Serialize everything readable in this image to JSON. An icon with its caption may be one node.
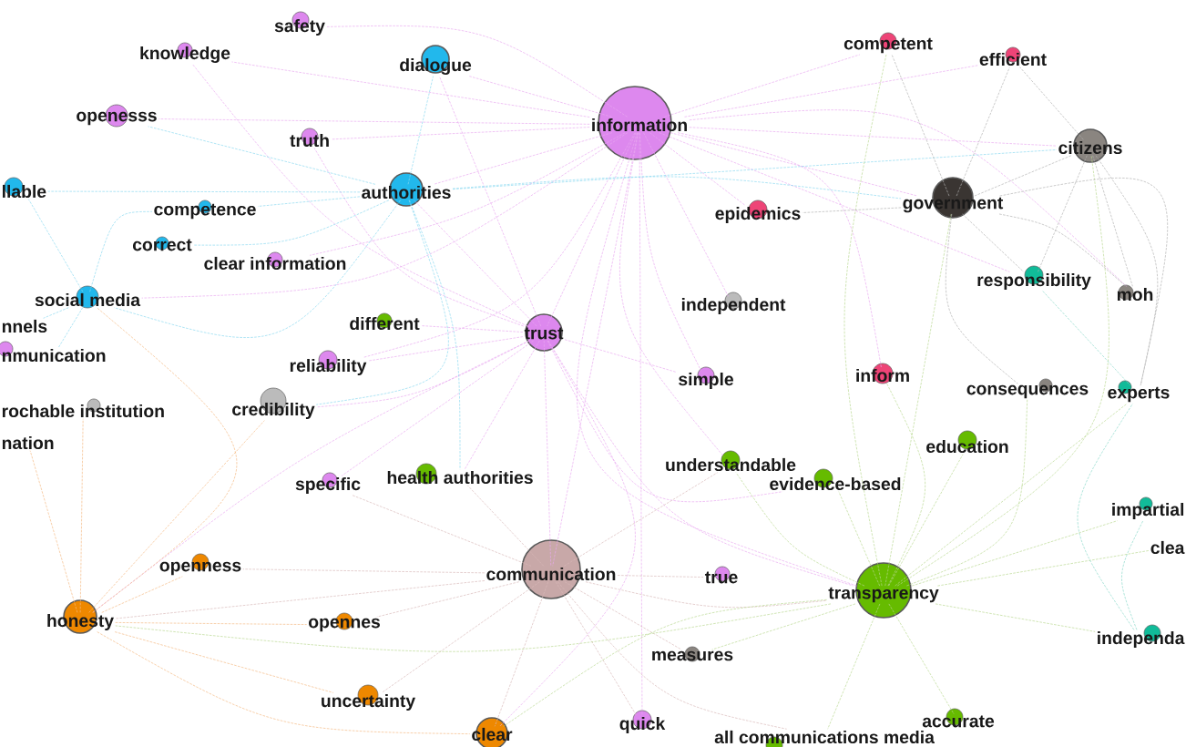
{
  "diagram": {
    "nodes": [
      {
        "text": [
          "safety"
        ]
      },
      {
        "text": [
          "knowledge"
        ]
      },
      {
        "text": [
          "dialogue"
        ]
      },
      {
        "text": [
          "information"
        ]
      },
      {
        "text": [
          "competent"
        ]
      },
      {
        "text": [
          "efficient"
        ]
      },
      {
        "text": [
          "openesss"
        ]
      },
      {
        "text": [
          "truth"
        ]
      },
      {
        "text": [
          "citizens"
        ]
      },
      {
        "text": [
          "llable"
        ]
      },
      {
        "text": [
          "authorities"
        ]
      },
      {
        "text": [
          "epidemics"
        ]
      },
      {
        "text": [
          "government"
        ]
      },
      {
        "text": [
          "competence"
        ]
      },
      {
        "text": [
          "correct"
        ]
      },
      {
        "text": [
          "clear information"
        ]
      },
      {
        "text": [
          "social media"
        ]
      },
      {
        "text": [
          "responsibility"
        ]
      },
      {
        "text": [
          "moh"
        ]
      },
      {
        "text": [
          "independent"
        ]
      },
      {
        "text": [
          "nnels"
        ]
      },
      {
        "text": [
          "different"
        ]
      },
      {
        "text": [
          "trust"
        ]
      },
      {
        "text": [
          "nmunication"
        ]
      },
      {
        "text": [
          "reliability"
        ]
      },
      {
        "text": [
          "simple"
        ]
      },
      {
        "text": [
          "inform"
        ]
      },
      {
        "text": [
          "rochable institution"
        ]
      },
      {
        "text": [
          "credibility"
        ]
      },
      {
        "text": [
          "consequences"
        ]
      },
      {
        "text": [
          "experts"
        ]
      },
      {
        "text": [
          "nation"
        ]
      },
      {
        "text": [
          "education"
        ]
      },
      {
        "text": [
          "understandable"
        ]
      },
      {
        "text": [
          "evidence-based"
        ]
      },
      {
        "text": [
          "specific"
        ]
      },
      {
        "text": [
          "health authorities"
        ]
      },
      {
        "text": [
          "impartial"
        ]
      },
      {
        "text": [
          "clea"
        ]
      },
      {
        "text": [
          "openness"
        ]
      },
      {
        "text": [
          "communication"
        ]
      },
      {
        "text": [
          "true"
        ]
      },
      {
        "text": [
          "transparency"
        ]
      },
      {
        "text": [
          "honesty"
        ]
      },
      {
        "text": [
          "opennes"
        ]
      },
      {
        "text": [
          "independa"
        ]
      },
      {
        "text": [
          "measures"
        ]
      },
      {
        "text": [
          "uncertainty"
        ]
      },
      {
        "text": [
          "accurate"
        ]
      },
      {
        "text": [
          "clear"
        ]
      },
      {
        "text": [
          "quick"
        ]
      },
      {
        "text": [
          "all communications media"
        ]
      }
    ],
    "edges": [
      {
        "from": 3,
        "to": 22,
        "arrow": "none",
        "color": "#e8a8f0"
      },
      {
        "from": 3,
        "to": 2,
        "arrow": "none",
        "color": "#e8a8f0"
      },
      {
        "from": 3,
        "to": 10,
        "arrow": "none",
        "color": "#e8a8f0"
      },
      {
        "from": 3,
        "to": 12,
        "arrow": "none",
        "color": "#e8a8f0"
      },
      {
        "from": 3,
        "to": 8,
        "arrow": "none",
        "color": "#e8a8f0"
      },
      {
        "from": 3,
        "to": 4,
        "arrow": "none",
        "color": "#e8a8f0"
      },
      {
        "from": 3,
        "to": 5,
        "arrow": "none",
        "color": "#e8a8f0"
      },
      {
        "from": 3,
        "to": 11,
        "arrow": "none",
        "color": "#e8a8f0"
      },
      {
        "from": 3,
        "to": 0,
        "arrow": "none",
        "color": "#e8a8f0"
      },
      {
        "from": 3,
        "to": 1,
        "arrow": "none",
        "color": "#e8a8f0"
      },
      {
        "from": 3,
        "to": 6,
        "arrow": "none",
        "color": "#e8a8f0"
      },
      {
        "from": 3,
        "to": 7,
        "arrow": "none",
        "color": "#e8a8f0"
      },
      {
        "from": 3,
        "to": 19,
        "arrow": "none",
        "color": "#e8a8f0"
      },
      {
        "from": 3,
        "to": 25,
        "arrow": "none",
        "color": "#e8a8f0"
      },
      {
        "from": 3,
        "to": 42,
        "arrow": "none",
        "color": "#e8a8f0"
      },
      {
        "from": 3,
        "to": 40,
        "arrow": "none",
        "color": "#e8a8f0"
      },
      {
        "from": 3,
        "to": 16,
        "arrow": "none",
        "color": "#e8a8f0"
      },
      {
        "from": 3,
        "to": 15,
        "arrow": "none",
        "color": "#e8a8f0"
      },
      {
        "from": 3,
        "to": 24,
        "arrow": "none",
        "color": "#e8a8f0"
      },
      {
        "from": 3,
        "to": 26,
        "arrow": "none",
        "color": "#e8a8f0"
      },
      {
        "from": 3,
        "to": 17,
        "arrow": "none",
        "color": "#e8a8f0"
      },
      {
        "from": 3,
        "to": 18,
        "arrow": "none",
        "color": "#e8a8f0"
      },
      {
        "from": 3,
        "to": 33,
        "arrow": "none",
        "color": "#e8a8f0"
      },
      {
        "from": 3,
        "to": 50,
        "arrow": "none",
        "color": "#e8a8f0"
      },
      {
        "from": 22,
        "to": 10,
        "arrow": "none",
        "color": "#e8a8f0"
      },
      {
        "from": 22,
        "to": 40,
        "arrow": "none",
        "color": "#e8a8f0"
      },
      {
        "from": 22,
        "to": 42,
        "arrow": "none",
        "color": "#e8a8f0"
      },
      {
        "from": 22,
        "to": 36,
        "arrow": "none",
        "color": "#e8a8f0"
      },
      {
        "from": 22,
        "to": 21,
        "arrow": "none",
        "color": "#e8a8f0"
      },
      {
        "from": 22,
        "to": 24,
        "arrow": "none",
        "color": "#e8a8f0"
      },
      {
        "from": 22,
        "to": 28,
        "arrow": "none",
        "color": "#e8a8f0"
      },
      {
        "from": 22,
        "to": 25,
        "arrow": "none",
        "color": "#e8a8f0"
      },
      {
        "from": 22,
        "to": 43,
        "arrow": "none",
        "color": "#e8a8f0"
      },
      {
        "from": 22,
        "to": 49,
        "arrow": "none",
        "color": "#e8a8f0"
      },
      {
        "from": 22,
        "to": 35,
        "arrow": "none",
        "color": "#e8a8f0"
      },
      {
        "from": 22,
        "to": 34,
        "arrow": "none",
        "color": "#e8a8f0"
      },
      {
        "from": 22,
        "to": 2,
        "arrow": "none",
        "color": "#e8a8f0"
      },
      {
        "from": 22,
        "to": 7,
        "arrow": "none",
        "color": "#e8a8f0"
      },
      {
        "from": 22,
        "to": 1,
        "arrow": "none",
        "color": "#e8a8f0"
      },
      {
        "from": 10,
        "to": 2,
        "arrow": "none",
        "color": "#88d8f0"
      },
      {
        "from": 10,
        "to": 13,
        "arrow": "none",
        "color": "#88d8f0"
      },
      {
        "from": 10,
        "to": 14,
        "arrow": "none",
        "color": "#88d8f0"
      },
      {
        "from": 10,
        "to": 16,
        "arrow": "none",
        "color": "#88d8f0"
      },
      {
        "from": 10,
        "to": 9,
        "arrow": "none",
        "color": "#88d8f0"
      },
      {
        "from": 10,
        "to": 12,
        "arrow": "none",
        "color": "#88d8f0"
      },
      {
        "from": 10,
        "to": 8,
        "arrow": "none",
        "color": "#88d8f0"
      },
      {
        "from": 10,
        "to": 36,
        "arrow": "none",
        "color": "#88d8f0"
      },
      {
        "from": 10,
        "to": 28,
        "arrow": "none",
        "color": "#88d8f0"
      },
      {
        "from": 10,
        "to": 6,
        "arrow": "none",
        "color": "#88d8f0"
      },
      {
        "from": 40,
        "to": 43,
        "arrow": "none",
        "color": "#d8b8b8"
      },
      {
        "from": 40,
        "to": 49,
        "arrow": "none",
        "color": "#d8b8b8"
      },
      {
        "from": 40,
        "to": 42,
        "arrow": "none",
        "color": "#d8b8b8"
      },
      {
        "from": 40,
        "to": 47,
        "arrow": "none",
        "color": "#d8b8b8"
      },
      {
        "from": 40,
        "to": 44,
        "arrow": "none",
        "color": "#d8b8b8"
      },
      {
        "from": 40,
        "to": 39,
        "arrow": "none",
        "color": "#d8b8b8"
      },
      {
        "from": 40,
        "to": 41,
        "arrow": "none",
        "color": "#d8b8b8"
      },
      {
        "from": 40,
        "to": 50,
        "arrow": "none",
        "color": "#d8b8b8"
      },
      {
        "from": 40,
        "to": 46,
        "arrow": "none",
        "color": "#d8b8b8"
      },
      {
        "from": 40,
        "to": 36,
        "arrow": "none",
        "color": "#d8b8b8"
      },
      {
        "from": 40,
        "to": 33,
        "arrow": "none",
        "color": "#d8b8b8"
      },
      {
        "from": 40,
        "to": 51,
        "arrow": "none",
        "color": "#d8b8b8"
      },
      {
        "from": 40,
        "to": 35,
        "arrow": "none",
        "color": "#d8b8b8"
      },
      {
        "from": 42,
        "to": 12,
        "arrow": "none",
        "color": "#b8d890"
      },
      {
        "from": 42,
        "to": 8,
        "arrow": "none",
        "color": "#b8d890"
      },
      {
        "from": 42,
        "to": 32,
        "arrow": "none",
        "color": "#b8d890"
      },
      {
        "from": 42,
        "to": 48,
        "arrow": "none",
        "color": "#b8d890"
      },
      {
        "from": 42,
        "to": 34,
        "arrow": "none",
        "color": "#b8d890"
      },
      {
        "from": 42,
        "to": 33,
        "arrow": "none",
        "color": "#b8d890"
      },
      {
        "from": 42,
        "to": 45,
        "arrow": "none",
        "color": "#b8d890"
      },
      {
        "from": 42,
        "to": 37,
        "arrow": "none",
        "color": "#b8d890"
      },
      {
        "from": 42,
        "to": 38,
        "arrow": "none",
        "color": "#b8d890"
      },
      {
        "from": 42,
        "to": 30,
        "arrow": "none",
        "color": "#b8d890"
      },
      {
        "from": 42,
        "to": 29,
        "arrow": "none",
        "color": "#b8d890"
      },
      {
        "from": 42,
        "to": 43,
        "arrow": "none",
        "color": "#b8d890"
      },
      {
        "from": 42,
        "to": 49,
        "arrow": "none",
        "color": "#b8d890"
      },
      {
        "from": 42,
        "to": 26,
        "arrow": "none",
        "color": "#b8d890"
      },
      {
        "from": 42,
        "to": 51,
        "arrow": "none",
        "color": "#b8d890"
      },
      {
        "from": 42,
        "to": 46,
        "arrow": "none",
        "color": "#b8d890"
      },
      {
        "from": 42,
        "to": 4,
        "arrow": "none",
        "color": "#b8d890"
      },
      {
        "from": 12,
        "to": 8,
        "arrow": "none",
        "color": "#b0b0b0"
      },
      {
        "from": 12,
        "to": 18,
        "arrow": "none",
        "color": "#b0b0b0"
      },
      {
        "from": 12,
        "to": 17,
        "arrow": "none",
        "color": "#b0b0b0"
      },
      {
        "from": 12,
        "to": 11,
        "arrow": "none",
        "color": "#b0b0b0"
      },
      {
        "from": 12,
        "to": 30,
        "arrow": "none",
        "color": "#b0b0b0"
      },
      {
        "from": 12,
        "to": 29,
        "arrow": "none",
        "color": "#b0b0b0"
      },
      {
        "from": 12,
        "to": 4,
        "arrow": "none",
        "color": "#b0b0b0"
      },
      {
        "from": 12,
        "to": 5,
        "arrow": "none",
        "color": "#b0b0b0"
      },
      {
        "from": 43,
        "to": 39,
        "arrow": "none",
        "color": "#f5b880"
      },
      {
        "from": 43,
        "to": 44,
        "arrow": "none",
        "color": "#f5b880"
      },
      {
        "from": 43,
        "to": 47,
        "arrow": "none",
        "color": "#f5b880"
      },
      {
        "from": 43,
        "to": 49,
        "arrow": "none",
        "color": "#f5b880"
      },
      {
        "from": 43,
        "to": 31,
        "arrow": "none",
        "color": "#f5b880"
      },
      {
        "from": 43,
        "to": 27,
        "arrow": "none",
        "color": "#f5b880"
      },
      {
        "from": 43,
        "to": 28,
        "arrow": "none",
        "color": "#f5b880"
      },
      {
        "from": 43,
        "to": 16,
        "arrow": "none",
        "color": "#f5b880"
      },
      {
        "from": 8,
        "to": 17,
        "arrow": "none",
        "color": "#b0b0b0"
      },
      {
        "from": 8,
        "to": 18,
        "arrow": "none",
        "color": "#b0b0b0"
      },
      {
        "from": 8,
        "to": 30,
        "arrow": "none",
        "color": "#b0b0b0"
      },
      {
        "from": 8,
        "to": 5,
        "arrow": "none",
        "color": "#b0b0b0"
      },
      {
        "from": 16,
        "to": 20,
        "arrow": "none",
        "color": "#88d8f0"
      },
      {
        "from": 16,
        "to": 23,
        "arrow": "none",
        "color": "#88d8f0"
      },
      {
        "from": 16,
        "to": 9,
        "arrow": "none",
        "color": "#88d8f0"
      },
      {
        "from": 16,
        "to": 13,
        "arrow": "none",
        "color": "#88d8f0"
      },
      {
        "from": 45,
        "to": 37,
        "arrow": "none",
        "color": "#88d8c8"
      },
      {
        "from": 45,
        "to": 30,
        "arrow": "none",
        "color": "#88d8c8"
      },
      {
        "from": 17,
        "to": 30,
        "arrow": "none",
        "color": "#88d8c8"
      }
    ]
  }
}
